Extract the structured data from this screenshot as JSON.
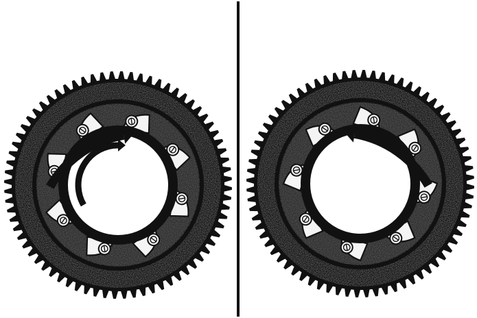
{
  "figure": {
    "panels": [
      {
        "id": "left",
        "outer_ring_rotation": "clockwise",
        "inner_ring_rotation": "clockwise",
        "pawl_count": 8,
        "outer_arrow_icon": "curved-arrow-clockwise-icon",
        "inner_arrow_icon": "curved-arrow-clockwise-icon"
      },
      {
        "id": "right",
        "outer_ring_rotation": "counterclockwise",
        "inner_ring_rotation": "none",
        "pawl_count": 8,
        "outer_arrow_icon": "curved-arrow-counterclockwise-icon"
      }
    ],
    "divider": "vertical-line",
    "colors": {
      "ink": "#111111",
      "background": "#ffffff",
      "pawl_fill": "#f4f4f4",
      "texture_gray": "#6a6a6a"
    }
  }
}
